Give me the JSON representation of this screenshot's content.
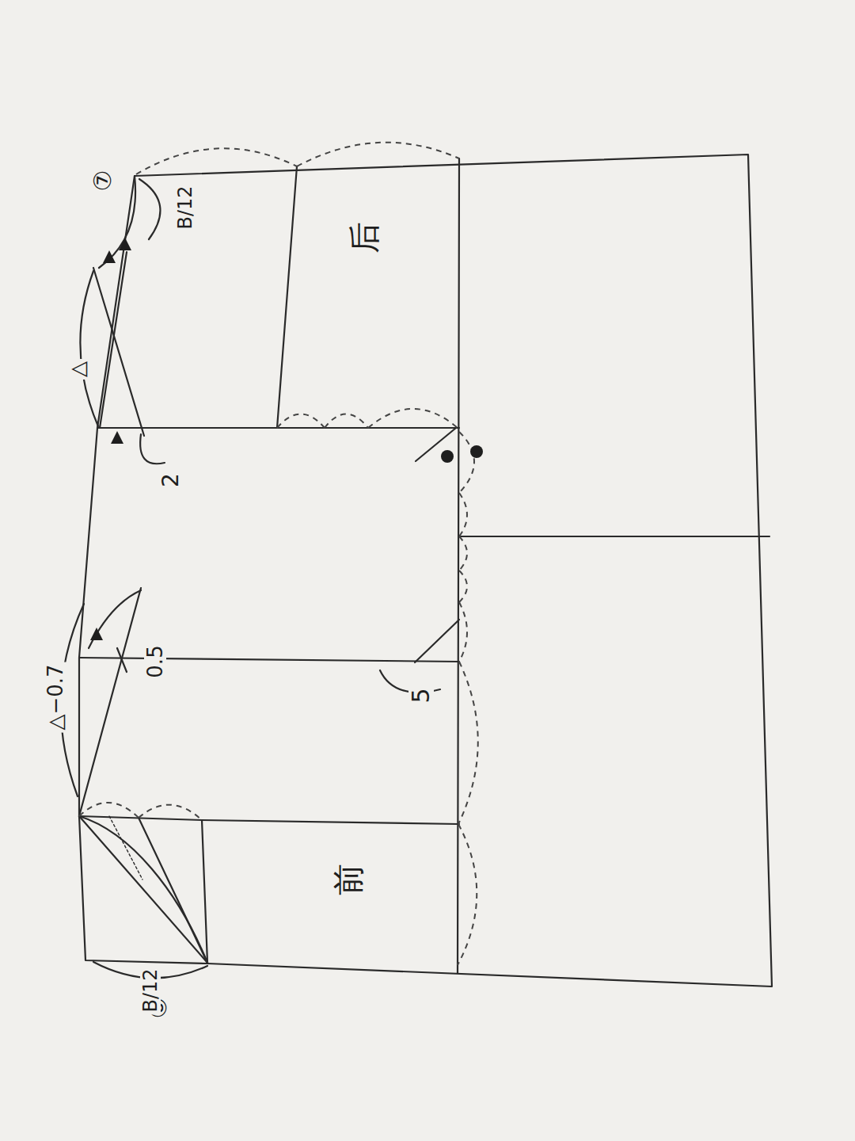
{
  "diagram": {
    "labels": [
      "⑧",
      "B/12",
      "△−0.7",
      "0.5",
      "5",
      "前",
      "2",
      "△",
      "后",
      "B/12",
      "⑦"
    ]
  }
}
